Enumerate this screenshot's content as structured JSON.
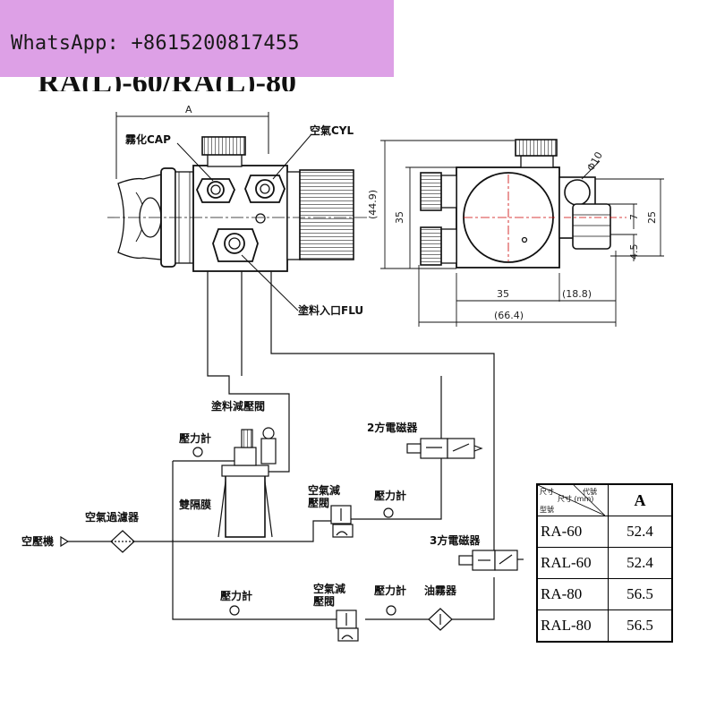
{
  "banner": {
    "text": "WhatsApp: +8615200817455"
  },
  "title": "RA(L)-60/RA(L)-80",
  "front_view": {
    "dim_a": "A",
    "label_cap": "霧化CAP",
    "label_cyl": "空氣CYL",
    "label_flu": "塗料入口FLU"
  },
  "side_view": {
    "dim_h_total": "(44.9)",
    "dim_h": "35",
    "dim_dia": "Φ10",
    "dim_7": "7",
    "dim_25": "25",
    "dim_45": "4.5",
    "dim_35": "35",
    "dim_188": "(18.8)",
    "dim_664": "(66.4)"
  },
  "schematic": {
    "paint_regulator": "塗料減壓閥",
    "gauge_1": "壓力計",
    "double_diaphragm": "雙隔膜",
    "air_filter": "空氣過濾器",
    "compressor": "空壓機",
    "valve_2way": "2方電磁器",
    "air_regulator_1": "空氣減\n壓閥",
    "gauge_2": "壓力計",
    "valve_3way": "3方電磁器",
    "gauge_3": "壓力計",
    "air_regulator_2": "空氣減\n壓閥",
    "gauge_4": "壓力計",
    "lubricator": "油霧器"
  },
  "spec_table": {
    "corner_size": "尺寸",
    "corner_size_unit": "尺寸 (mm)",
    "corner_code": "代號",
    "corner_model": "型號",
    "header": "A",
    "rows": [
      {
        "model": "RA-60",
        "a": "52.4"
      },
      {
        "model": "RAL-60",
        "a": "52.4"
      },
      {
        "model": "RA-80",
        "a": "56.5"
      },
      {
        "model": "RAL-80",
        "a": "56.5"
      }
    ]
  }
}
